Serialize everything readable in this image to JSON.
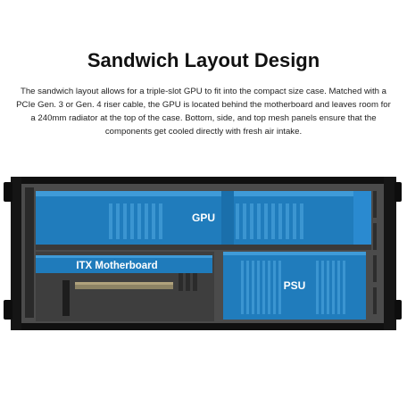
{
  "heading": "Sandwich Layout Design",
  "description": "The sandwich layout allows for a triple-slot GPU to fit into the compact size case. Matched with a PCIe Gen. 3 or Gen. 4 riser cable, the GPU is located behind the motherboard and leaves room for a 240mm radiator at the top of the case. Bottom, side, and top mesh panels ensure that the components get cooled directly with fresh air intake.",
  "diagram": {
    "gpu_label": "GPU",
    "motherboard_label": "ITX Motherboard",
    "psu_label": "PSU"
  },
  "colors": {
    "component_blue": "#1e7fc0",
    "component_blue_light": "#3d9ad6",
    "case_frame": "#1a1a1a",
    "case_interior": "#4a4a4a"
  }
}
